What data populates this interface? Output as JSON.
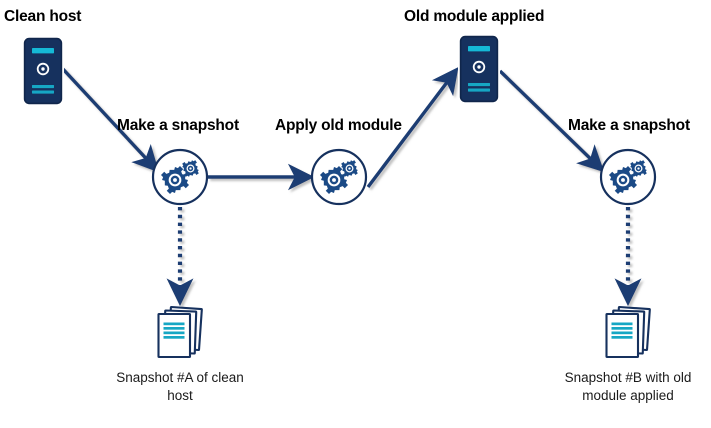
{
  "diagram": {
    "title_bold_labels": {
      "clean_host": "Clean host",
      "old_module_applied": "Old module applied"
    },
    "edge_labels": {
      "make_snapshot_left": "Make a snapshot",
      "apply_old_module": "Apply old module",
      "make_snapshot_right": "Make a snapshot"
    },
    "captions": {
      "snapshot_a_line1": "Snapshot #A of clean",
      "snapshot_a_line2": "host",
      "snapshot_b_line1": "Snapshot #B with old",
      "snapshot_b_line2": "module applied"
    },
    "nodes": [
      {
        "id": "server-clean-host",
        "icon": "server-icon",
        "label": "Clean host"
      },
      {
        "id": "gear-snapshot-a",
        "icon": "gears-circle-icon",
        "label": ""
      },
      {
        "id": "gear-apply-module",
        "icon": "gears-circle-icon",
        "label": ""
      },
      {
        "id": "server-old-module",
        "icon": "server-icon",
        "label": "Old module applied"
      },
      {
        "id": "gear-snapshot-b",
        "icon": "gears-circle-icon",
        "label": ""
      },
      {
        "id": "doc-snapshot-a",
        "icon": "document-stack-icon",
        "label": "Snapshot #A of clean host"
      },
      {
        "id": "doc-snapshot-b",
        "icon": "document-stack-icon",
        "label": "Snapshot #B with old module applied"
      }
    ],
    "edges": [
      {
        "from": "server-clean-host",
        "to": "gear-snapshot-a",
        "style": "solid",
        "label": "Make a snapshot"
      },
      {
        "from": "gear-snapshot-a",
        "to": "gear-apply-module",
        "style": "solid",
        "label": "Apply old module"
      },
      {
        "from": "gear-apply-module",
        "to": "server-old-module",
        "style": "solid",
        "label": ""
      },
      {
        "from": "server-old-module",
        "to": "gear-snapshot-b",
        "style": "solid",
        "label": "Make a snapshot"
      },
      {
        "from": "gear-snapshot-a",
        "to": "doc-snapshot-a",
        "style": "dotted",
        "label": ""
      },
      {
        "from": "gear-snapshot-b",
        "to": "doc-snapshot-b",
        "style": "dotted",
        "label": ""
      }
    ],
    "colors": {
      "navy": "#16315e",
      "navy_dark": "#10264b",
      "cyan": "#16a7c4",
      "cyan_bright": "#15b9d6",
      "arrow": "#1d3e73",
      "text": "#000000",
      "background": "#ffffff"
    }
  }
}
